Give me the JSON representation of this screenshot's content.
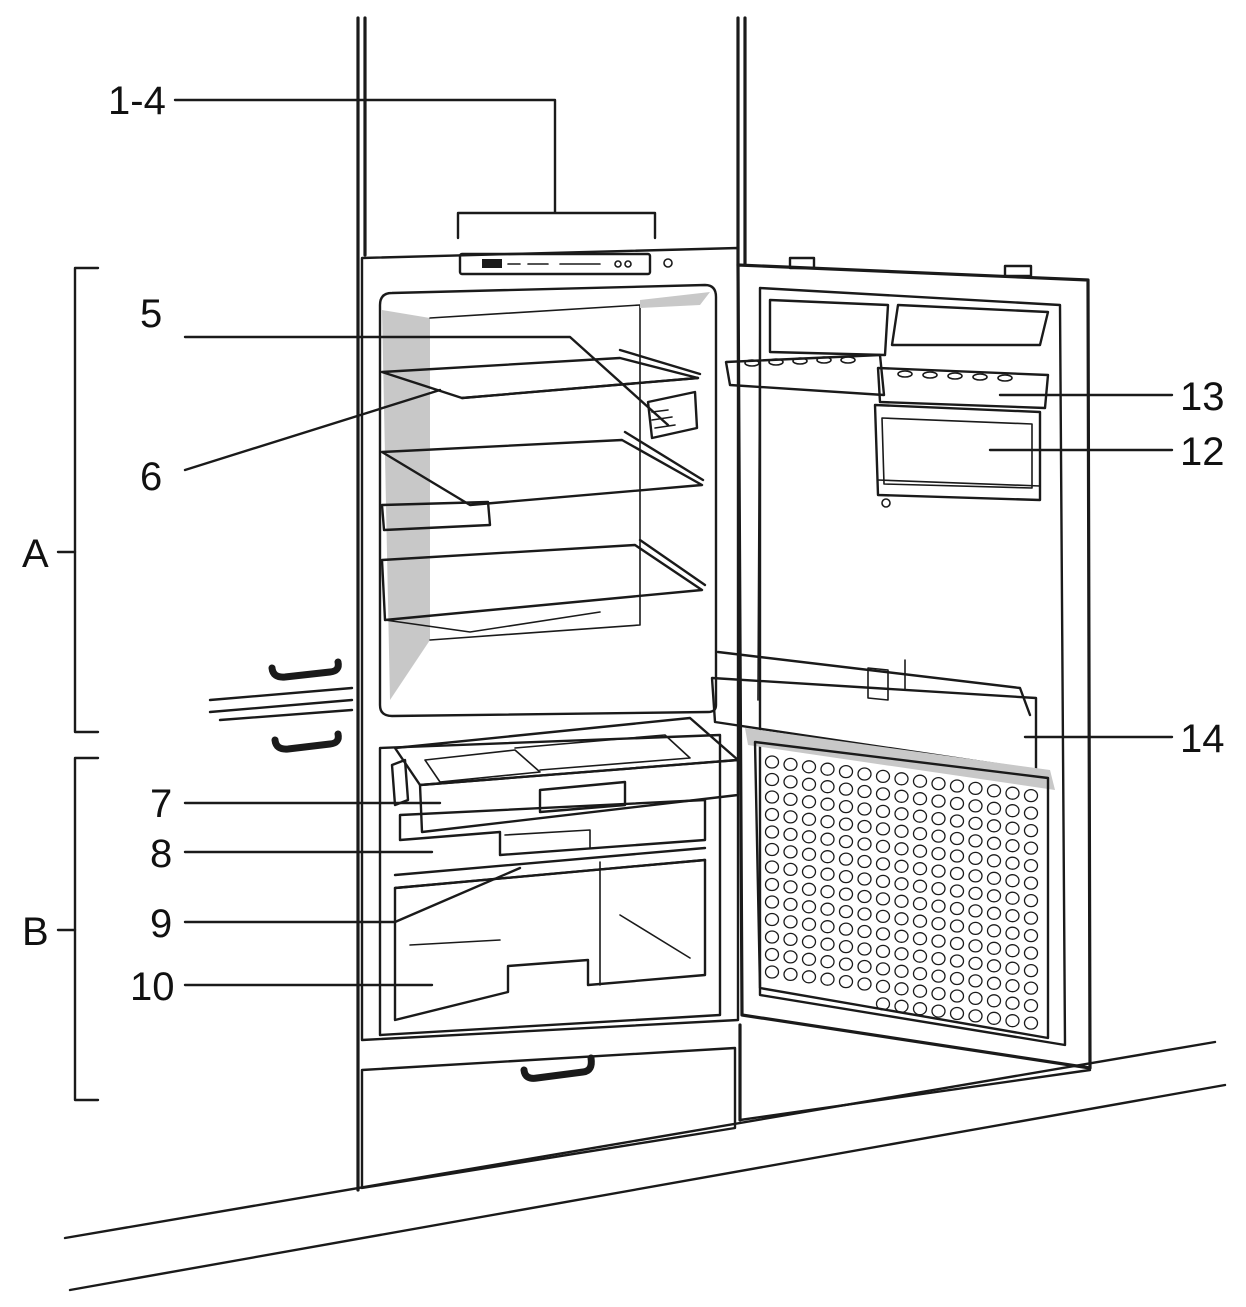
{
  "callouts": [
    {
      "id": "1-4",
      "text": "1-4"
    },
    {
      "id": "5",
      "text": "5"
    },
    {
      "id": "6",
      "text": "6"
    },
    {
      "id": "7",
      "text": "7"
    },
    {
      "id": "8",
      "text": "8"
    },
    {
      "id": "9",
      "text": "9"
    },
    {
      "id": "10",
      "text": "10"
    },
    {
      "id": "12",
      "text": "12"
    },
    {
      "id": "13",
      "text": "13"
    },
    {
      "id": "14",
      "text": "14"
    }
  ],
  "sections": [
    {
      "id": "A",
      "text": "A"
    },
    {
      "id": "B",
      "text": "B"
    }
  ],
  "colors": {
    "ink": "#1a1a1a",
    "shade": "#c8c8c8",
    "paper": "#ffffff"
  }
}
